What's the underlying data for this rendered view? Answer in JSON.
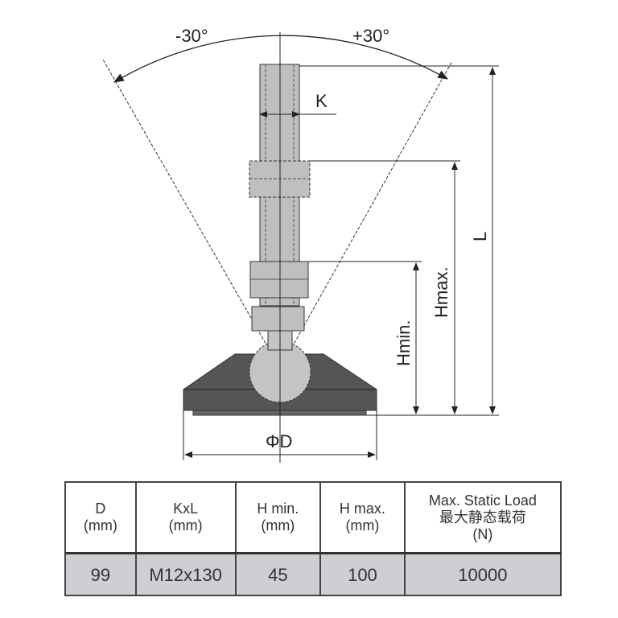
{
  "drawing": {
    "angle_left": "-30°",
    "angle_right": "+30°",
    "label_k": "K",
    "label_l": "L",
    "label_hmax": "Hmax.",
    "label_hmin": "Hmin.",
    "label_d": "ΦD"
  },
  "table": {
    "headers": [
      {
        "line1": "D",
        "line2": "(mm)"
      },
      {
        "line1": "KxL",
        "line2": "(mm)"
      },
      {
        "line1": "H min.",
        "line2": "(mm)"
      },
      {
        "line1": "H max.",
        "line2": "(mm)"
      },
      {
        "line1": "Max. Static Load",
        "line2": "最大静态载荷",
        "line3": "(N)"
      }
    ],
    "rows": [
      [
        "99",
        "M12x130",
        "45",
        "100",
        "10000"
      ]
    ]
  },
  "colors": {
    "part": "#bfbfc2",
    "base": "#555555",
    "row_fill": "#cfcfd3"
  }
}
